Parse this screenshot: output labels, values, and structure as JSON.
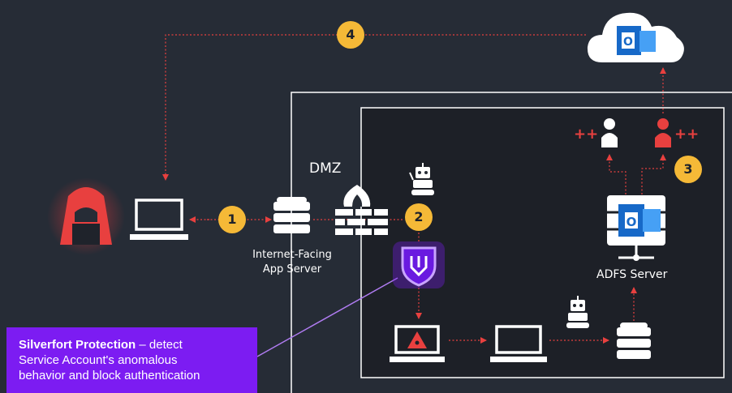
{
  "labels": {
    "dmz": "DMZ",
    "app_server_line1": "Internet-Facing",
    "app_server_line2": "App Server",
    "adfs_server": "ADFS Server"
  },
  "steps": [
    "1",
    "2",
    "3",
    "4"
  ],
  "callout": {
    "title": "Silverfort Protection",
    "dash": " – ",
    "text_1": "detect",
    "text_2": "Service Account's anomalous",
    "text_3": "behavior and block authentication"
  },
  "colors": {
    "background": "#262c36",
    "arrow_red": "#e8403f",
    "badge_yellow": "#f5b937",
    "callout_purple": "#7c1cf2",
    "connector_purple": "#b07cf2",
    "white": "#ffffff"
  },
  "icons": [
    "hooded-hacker-icon",
    "laptop-icon",
    "database-icon",
    "firewall-icon",
    "robot-icon",
    "silverfort-shield-icon",
    "infected-laptop-icon",
    "outlook-cloud-icon",
    "adfs-server-icon",
    "user-icon",
    "compromised-user-icon"
  ]
}
